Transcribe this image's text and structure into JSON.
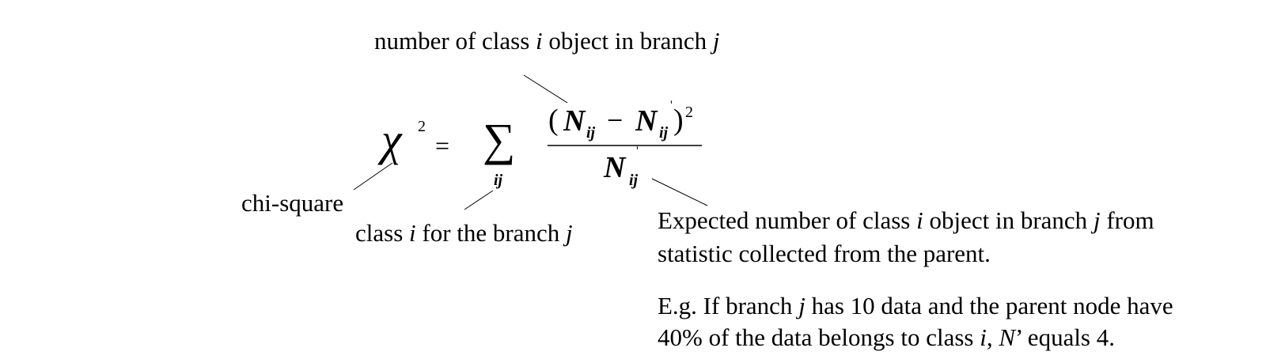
{
  "formula": {
    "chi_symbol": "χ",
    "chi_exponent": "2",
    "equals": "=",
    "sum_symbol": "∑",
    "sum_subscript": "ij",
    "num_open": "(",
    "num_N": "N",
    "num_sub_1": "ij",
    "minus": "−",
    "num_N_prime": "N",
    "prime": "'",
    "num_sub_2": "ij",
    "num_close": ")",
    "num_exponent": "2",
    "den_N": "N",
    "den_prime": "'",
    "den_sub": "ij"
  },
  "annotations": {
    "numerator_label": {
      "pre": "number of class ",
      "var1": "i",
      "mid": " object in branch ",
      "var2": "j"
    },
    "chi_label": "chi-square",
    "sum_label": {
      "pre": "class ",
      "var1": "i",
      "mid": " for the branch ",
      "var2": "j"
    },
    "denominator_label": {
      "line1_pre": "Expected number of class ",
      "line1_var1": "i",
      "line1_mid": " object in branch ",
      "line1_var2": "j",
      "line1_post": " from",
      "line2": "statistic collected from the parent."
    },
    "example": {
      "line1_pre": "E.g. If branch ",
      "line1_var": "j",
      "line1_post": " has 10 data and the parent node have",
      "line2_pre": "40% of the data belongs to class ",
      "line2_var": "i",
      "line2_mid": ", ",
      "line2_var2": "N",
      "line2_post": "’ equals 4."
    }
  }
}
